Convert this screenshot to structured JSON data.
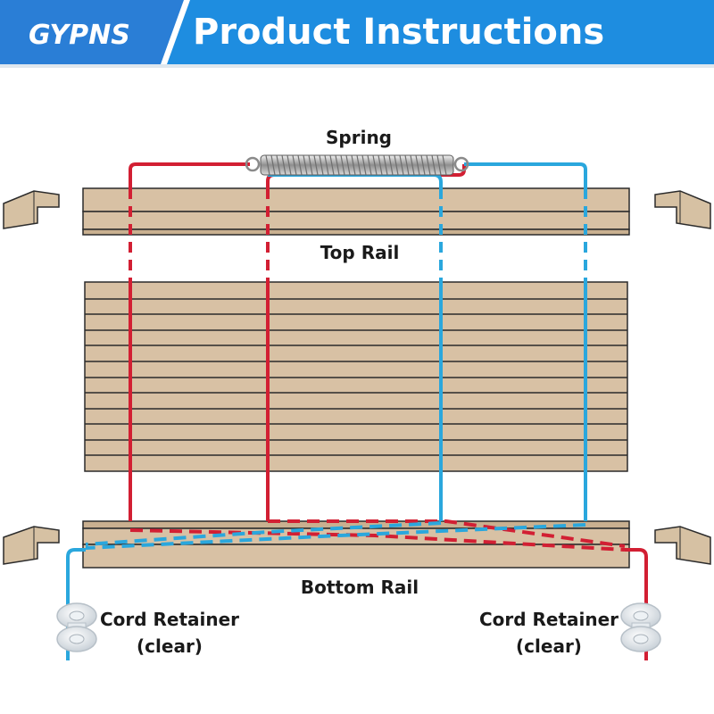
{
  "header": {
    "brand": "GYPNS",
    "title": "Product Instructions",
    "banner_color": "#1e8de0",
    "logo_bg_color": "#2a7ed6"
  },
  "labels": {
    "spring": "Spring",
    "top_rail": "Top Rail",
    "bottom_rail": "Bottom Rail",
    "cord_retainer_left_line1": "Cord Retainer",
    "cord_retainer_left_line2": "(clear)",
    "cord_retainer_right_line1": "Cord Retainer",
    "cord_retainer_right_line2": "(clear)"
  },
  "colors": {
    "fabric": "#d8c1a4",
    "outline": "#2b2b2b",
    "red_cord": "#d21f33",
    "blue_cord": "#2aa7dd",
    "bracket": "#d6c1a3"
  },
  "icons": {
    "spring": "coil-spring-icon",
    "bracket": "mounting-bracket-icon",
    "retainer": "cord-retainer-icon"
  }
}
